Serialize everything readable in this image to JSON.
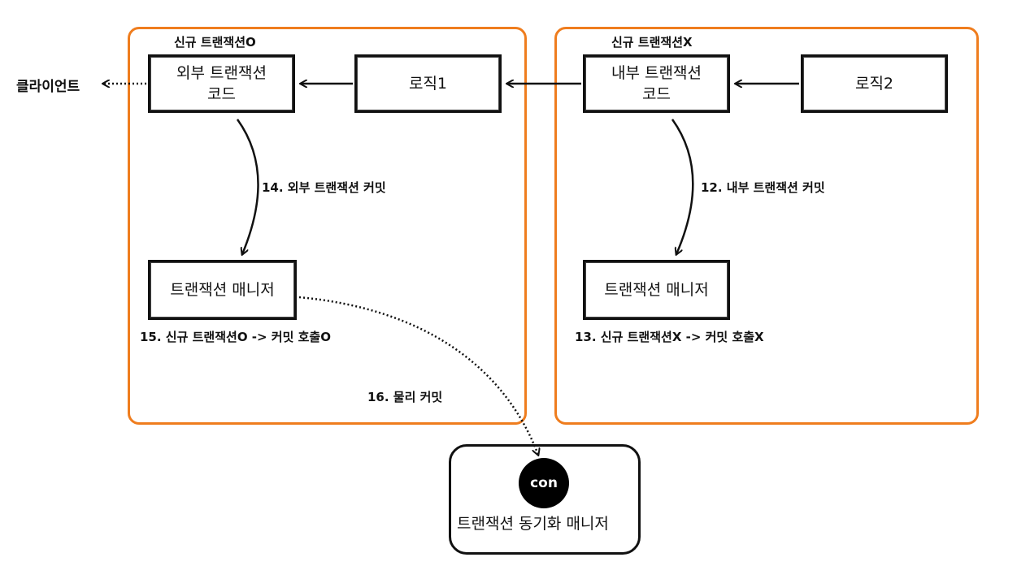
{
  "colors": {
    "group_border": "#ef7d1e",
    "box_border": "#111111",
    "connection_fill": "#000000",
    "connection_text": "#ffffff"
  },
  "groups": {
    "outer": {
      "label": "신규 트랜잭션O"
    },
    "inner": {
      "label": "신규 트랜잭션X"
    }
  },
  "client": {
    "label": "클라이언트"
  },
  "boxes": {
    "outer_tx_code": "외부 트랜잭션\n코드",
    "logic1": "로직1",
    "inner_tx_code": "내부 트랜잭션\n코드",
    "logic2": "로직2",
    "outer_tx_manager": "트랜잭션 매니저",
    "inner_tx_manager": "트랜잭션 매니저"
  },
  "steps": {
    "step12": "12. 내부 트랜잭션 커밋",
    "step13": "13. 신규 트랜잭션X -> 커밋 호출X",
    "step14": "14. 외부 트랜잭션 커밋",
    "step15": "15. 신규 트랜잭션O -> 커밋 호출O",
    "step16": "16. 물리 커밋"
  },
  "sync_manager": {
    "connection_label": "con",
    "title": "트랜잭션 동기화 매니저"
  }
}
